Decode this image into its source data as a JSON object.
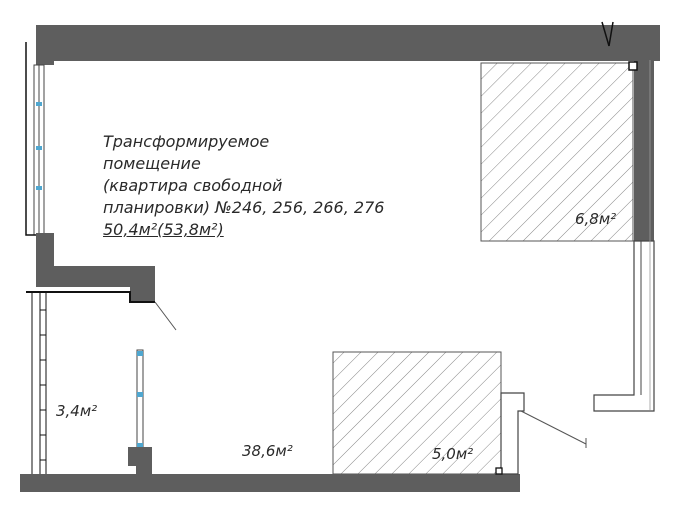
{
  "title_lines": [
    "Трансформируемое",
    "помещение",
    "(квартира свободной",
    "планировки) №246, 256, 266, 276",
    "50,4м²(53,8м²)"
  ],
  "areas": {
    "bath_large": "6,8м²",
    "bath_small": "5,0м²",
    "balcony": "3,4м²",
    "main_room": "38,6м²"
  },
  "colors": {
    "wall": "#5e5e5e",
    "wall_dark": "#111111",
    "line": "#444444",
    "hatch": "#7a7a7a",
    "window": "#4fa7d0"
  }
}
